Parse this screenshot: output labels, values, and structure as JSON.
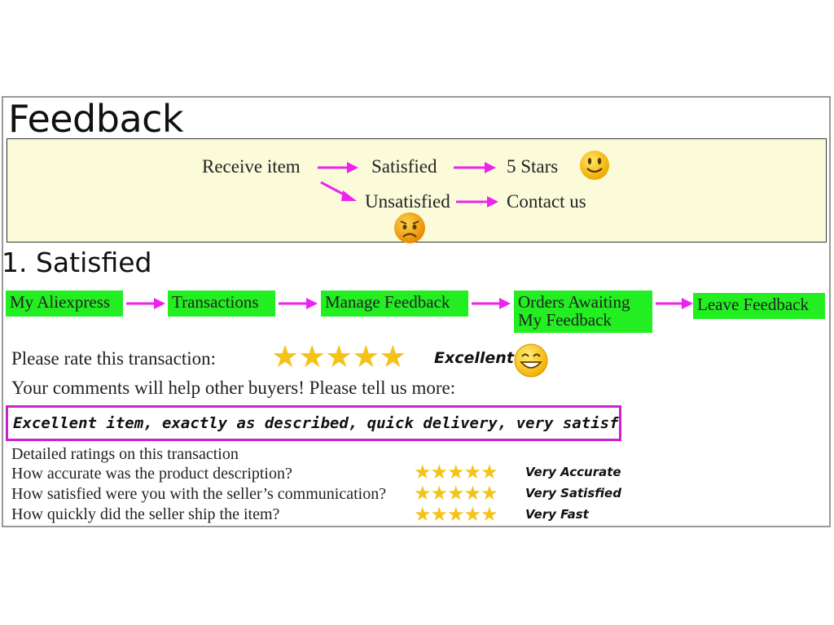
{
  "title": "Feedback",
  "flow": {
    "receive": "Receive item",
    "satisfied": "Satisfied",
    "stars": "5 Stars",
    "unsatisfied": "Unsatisfied",
    "contact": "Contact us"
  },
  "section_title": "1. Satisfied",
  "steps": [
    "My Aliexpress",
    "Transactions",
    "Manage Feedback",
    "Orders Awaiting",
    "My Feedback",
    "Leave Feedback"
  ],
  "rate": {
    "prompt": "Please rate this transaction:",
    "stars": "★★★★★",
    "level": "Excellent",
    "rating": 5
  },
  "comments_prompt": "Your comments will help other buyers! Please tell us more:",
  "comment_text": "Excellent item, exactly as described, quick delivery, very satisfied with it.",
  "detailed": {
    "heading": "Detailed ratings on this transaction",
    "items": [
      {
        "question": "How accurate was the product description?",
        "stars": "★★★★★",
        "label": "Very Accurate"
      },
      {
        "question": "How satisfied were you with the seller’s communication?",
        "stars": "★★★★★",
        "label": "Very Satisfied"
      },
      {
        "question": "How quickly did the seller ship the item?",
        "stars": "★★★★★",
        "label": "Very Fast"
      }
    ]
  },
  "colors": {
    "arrow": "#ee22ee",
    "step_green": "#22ee22",
    "star": "#f5c218",
    "flow_bg": "#fbfbda",
    "comment_border": "#cc22cc"
  }
}
